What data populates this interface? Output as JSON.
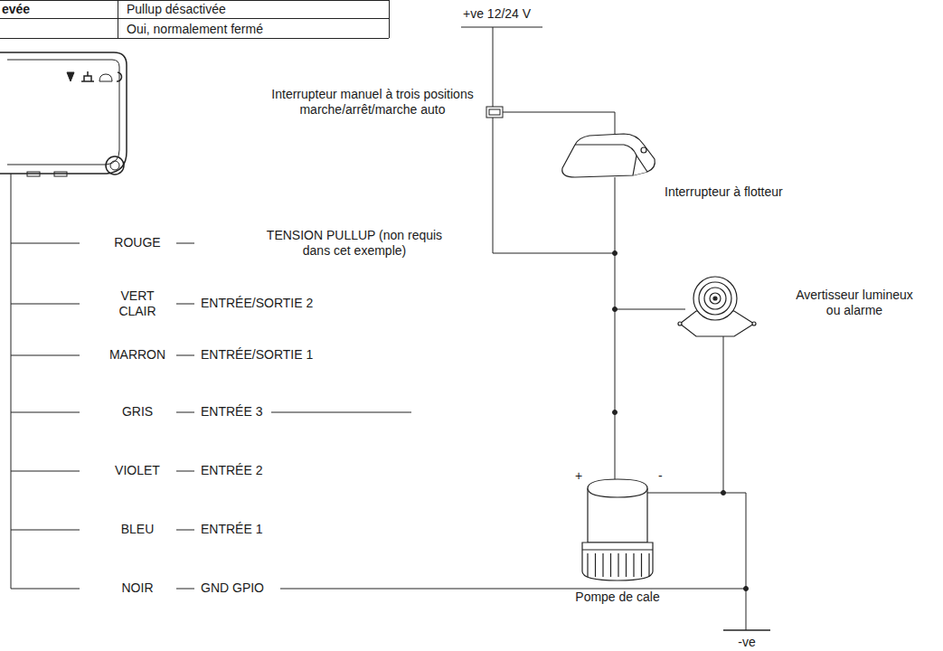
{
  "diagram": {
    "labels": [
      "evée",
      "Pullup désactivée",
      "Oui, normalement fermé",
      "+ve 12/24 V",
      "Interrupteur manuel à trois positions marche/arrêt/marche auto",
      "Interrupteur à flotteur",
      "ROUGE",
      "TENSION PULLUP (non requis dans cet exemple)",
      "Avertisseur lumineux ou alarme",
      "VERT CLAIR",
      "ENTRÉE/SORTIE 2",
      "MARRON",
      "ENTRÉE/SORTIE 1",
      "GRIS",
      "ENTRÉE 3",
      "VIOLET",
      "ENTRÉE 2",
      "+",
      "-",
      "BLEU",
      "ENTRÉE 1",
      "Pompe de cale",
      "NOIR",
      "GND GPIO",
      "-ve"
    ]
  }
}
